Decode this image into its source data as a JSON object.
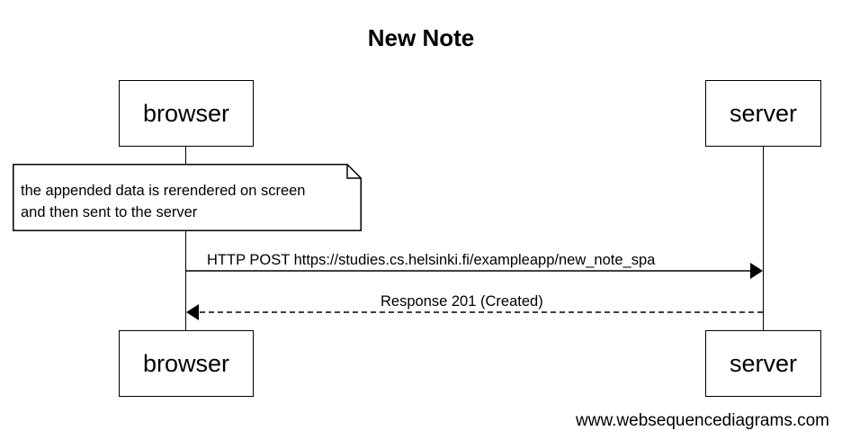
{
  "diagram": {
    "title": "New Note",
    "participants": [
      {
        "id": "browser",
        "label": "browser"
      },
      {
        "id": "server",
        "label": "server"
      }
    ],
    "note": {
      "participant": "browser",
      "lines": [
        "the appended data is rerendered on screen",
        "and then sent to the server"
      ]
    },
    "messages": [
      {
        "from": "browser",
        "to": "server",
        "label": "HTTP POST https://studies.cs.helsinki.fi/exampleapp/new_note_spa",
        "style": "solid"
      },
      {
        "from": "server",
        "to": "browser",
        "label": "Response 201 (Created)",
        "style": "dashed"
      }
    ],
    "watermark": "www.websequencediagrams.com"
  }
}
